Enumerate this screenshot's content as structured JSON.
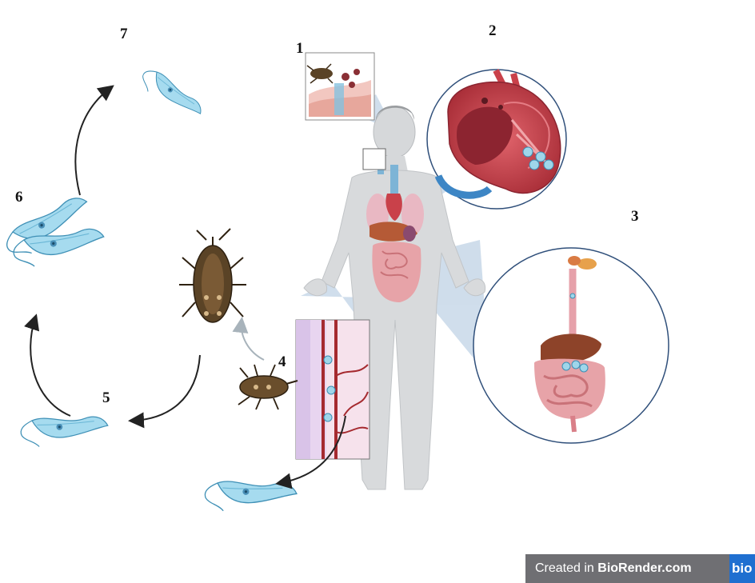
{
  "steps": {
    "s1": "1",
    "s2": "2",
    "s3": "3",
    "s4": "4",
    "s5": "5",
    "s6": "6",
    "s7": "7"
  },
  "footer": {
    "prefix": "Created in ",
    "brand": "BioRender.com",
    "logo_text": "bio"
  },
  "colors": {
    "parasite": "#9fd6ea",
    "parasite_outline": "#3b8fb5",
    "heart": "#c9414a",
    "bug": "#5a4326",
    "body": "#d8dadc",
    "arrow": "#222222",
    "callout": "#a9c3dc"
  },
  "icons": [
    "skin-bite-icon",
    "heart-icon",
    "digestive-tract-icon",
    "blood-vessel-icon",
    "triatomine-bug-icon",
    "trypanosome-icon"
  ]
}
